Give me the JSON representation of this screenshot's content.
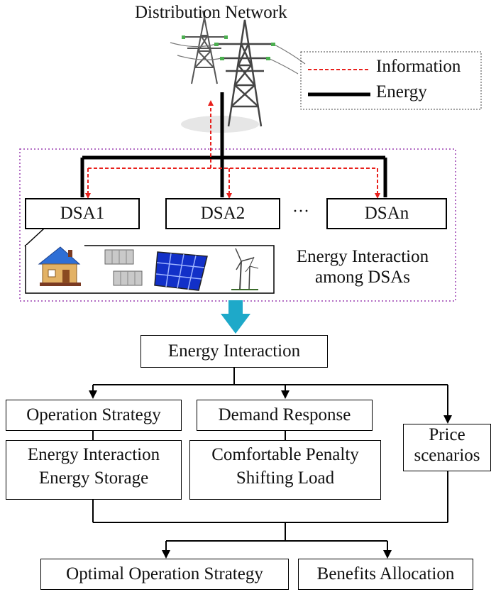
{
  "title": "Distribution Network",
  "legend": {
    "information_label": "Information",
    "energy_label": "Energy"
  },
  "dsa_boxes": [
    "DSA1",
    "DSA2",
    "DSAn"
  ],
  "ellipsis": "···",
  "dsa_group_caption": {
    "line1": "Energy Interaction",
    "line2": "among DSAs"
  },
  "energy_interaction": "Energy Interaction",
  "operation_strategy": {
    "header": "Operation Strategy",
    "line1": "Energy Interaction",
    "line2": "Energy Storage"
  },
  "demand_response": {
    "header": "Demand Response",
    "line1": "Comfortable Penalty",
    "line2": "Shifting Load"
  },
  "price_scenarios": {
    "line1": "Price",
    "line2": "scenarios"
  },
  "outputs": {
    "optimal": "Optimal Operation Strategy",
    "benefits": "Benefits Allocation"
  },
  "colors": {
    "information_line": "#e8201c",
    "energy_line": "#000000",
    "group_border": "#9a3fb0",
    "transition_arrow": "#1ea9c9",
    "roof": "#2f6fd6",
    "solar_panel": "#1230c8"
  },
  "icons": [
    "transmission-tower-icon",
    "house-icon",
    "battery-icon",
    "solar-panel-icon",
    "wind-turbine-icon"
  ]
}
